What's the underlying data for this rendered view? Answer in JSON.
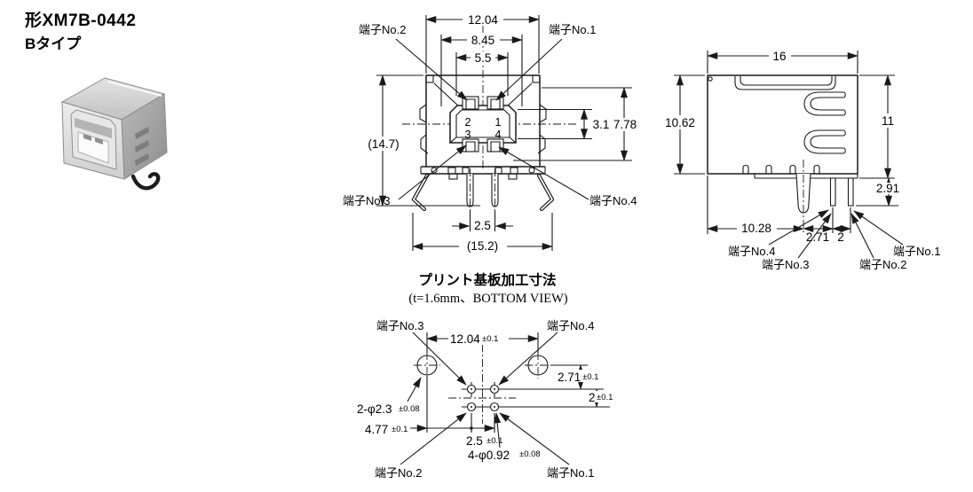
{
  "header": {
    "model": "形XM7B-0442",
    "variant": "Bタイプ"
  },
  "terminals": {
    "no1": "端子No.1",
    "no2": "端子No.2",
    "no3": "端子No.3",
    "no4": "端子No.4"
  },
  "front_view": {
    "width_outer": "12.04",
    "width_mid": "8.45",
    "width_inner": "5.5",
    "height_total": "(14.7)",
    "height_inner": "3.1",
    "height_shell": "7.78",
    "pin_pitch": "2.5",
    "width_legs": "(15.2)",
    "pin1": "1",
    "pin2": "2",
    "pin3": "3",
    "pin4": "4"
  },
  "side_view": {
    "width": "16",
    "height_left": "10.62",
    "height_right": "11",
    "pin_length": "2.91",
    "depth": "10.28",
    "pin_row_offset": "2.71",
    "pin_row_pitch": "2"
  },
  "bottom_view": {
    "title": "プリント基板加工寸法",
    "subtitle": "(t=1.6mm、BOTTOM VIEW)",
    "hole_span": "12.04",
    "hole_span_tol": "±0.1",
    "row_offset": "2.71",
    "row_offset_tol": "±0.1",
    "row_pitch": "2",
    "row_pitch_tol": "±0.1",
    "big_holes": "2-φ2.3",
    "big_holes_tol": "±0.08",
    "big_hole_offset": "4.77",
    "big_hole_offset_tol": "±0.1",
    "small_pitch": "2.5",
    "small_pitch_tol": "±0.1",
    "small_holes": "4-φ0.92",
    "small_holes_tol": "±0.08"
  }
}
